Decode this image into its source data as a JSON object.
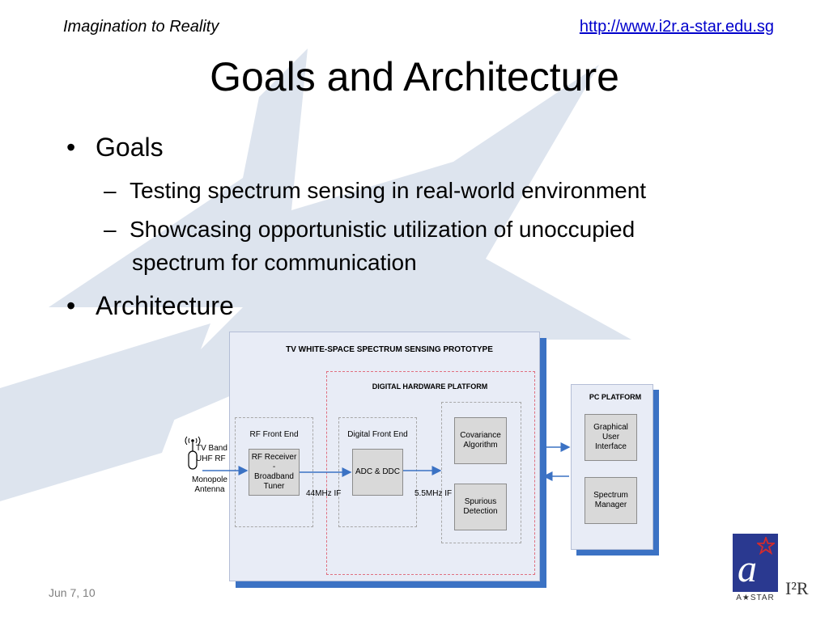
{
  "header": {
    "tagline": "Imagination to Reality",
    "url": "http://www.i2r.a-star.edu.sg"
  },
  "slide": {
    "title": "Goals and Architecture",
    "bullets": [
      {
        "text": "Goals",
        "sub": [
          {
            "line1": "Testing spectrum sensing in real-world environment"
          },
          {
            "line1": "Showcasing opportunistic utilization of unoccupied",
            "line2": "spectrum for communication"
          }
        ]
      },
      {
        "text": "Architecture"
      }
    ]
  },
  "diagram": {
    "prototype_title": "TV WHITE-SPACE SPECTRUM SENSING PROTOTYPE",
    "digital_platform_title": "DIGITAL HARDWARE PLATFORM",
    "pc_platform_title": "PC PLATFORM",
    "antenna": {
      "band_line1": "TV Band",
      "band_line2": "UHF RF",
      "name_line1": "Monopole",
      "name_line2": "Antenna"
    },
    "rf_front_end": {
      "title": "RF Front End",
      "box_line1": "RF Receiver -",
      "box_line2": "Broadband",
      "box_line3": "Tuner"
    },
    "digital_front_end": {
      "title": "Digital Front End",
      "box": "ADC & DDC"
    },
    "if_44": "44MHz IF",
    "if_5_5": "5.5MHz IF",
    "covariance": {
      "line1": "Covariance",
      "line2": "Algorithm"
    },
    "spurious": {
      "line1": "Spurious",
      "line2": "Detection"
    },
    "gui": {
      "line1": "Graphical User",
      "line2": "Interface"
    },
    "spectrum_manager": {
      "line1": "Spectrum",
      "line2": "Manager"
    }
  },
  "footer": {
    "date": "Jun 7, 10"
  },
  "logo": {
    "org_name": "A★STAR",
    "i2r": "I²R",
    "brand_blue": "#2a3990",
    "star_red": "#d42b2b"
  },
  "colors": {
    "diagram_shadow": "#3b72c4",
    "background_star": "#dde4ee"
  }
}
